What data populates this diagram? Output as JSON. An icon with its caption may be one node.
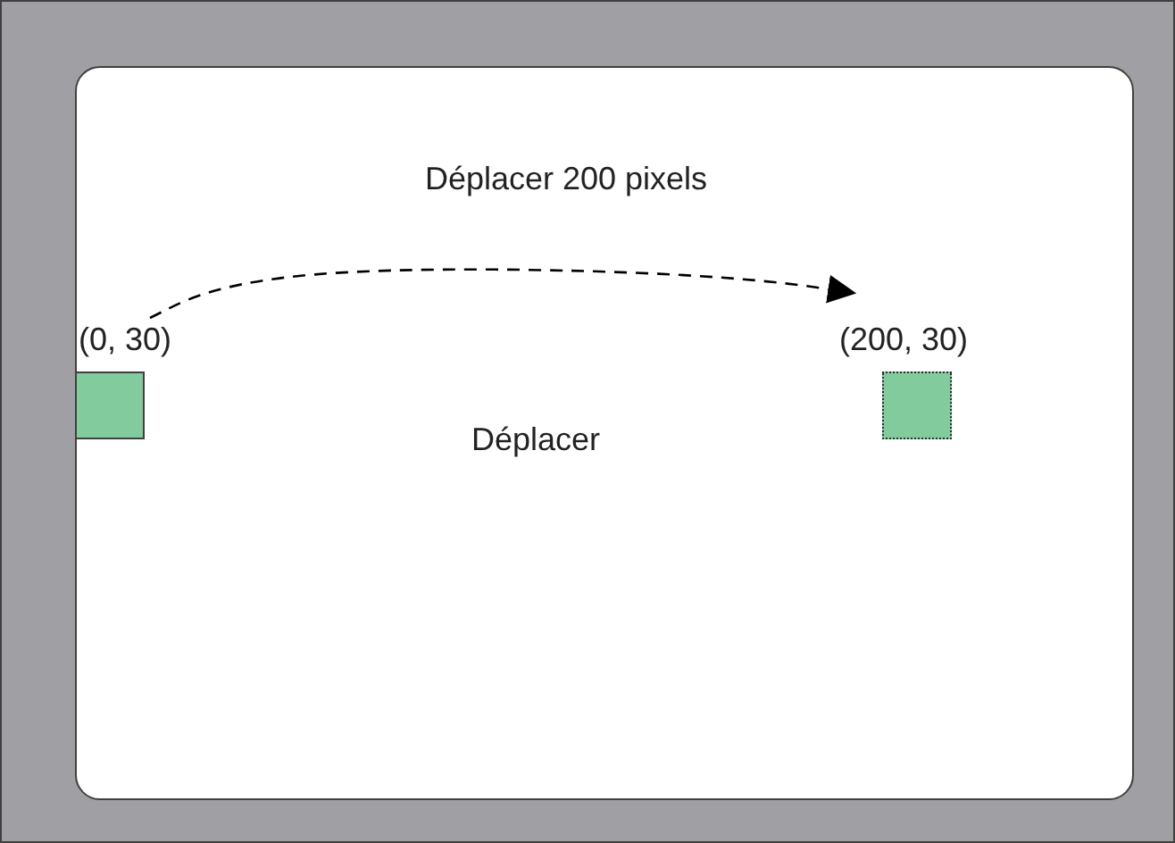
{
  "diagram": {
    "nodes": [
      {
        "text": [
          "(0, 30)"
        ]
      },
      {
        "text": [
          "(200, 30)"
        ]
      }
    ],
    "edges": [
      {
        "from": 0,
        "to": 1,
        "arrow": "to",
        "style": "dashed"
      }
    ],
    "labels": [
      "Déplacer 200 pixels",
      "Déplacer"
    ]
  }
}
